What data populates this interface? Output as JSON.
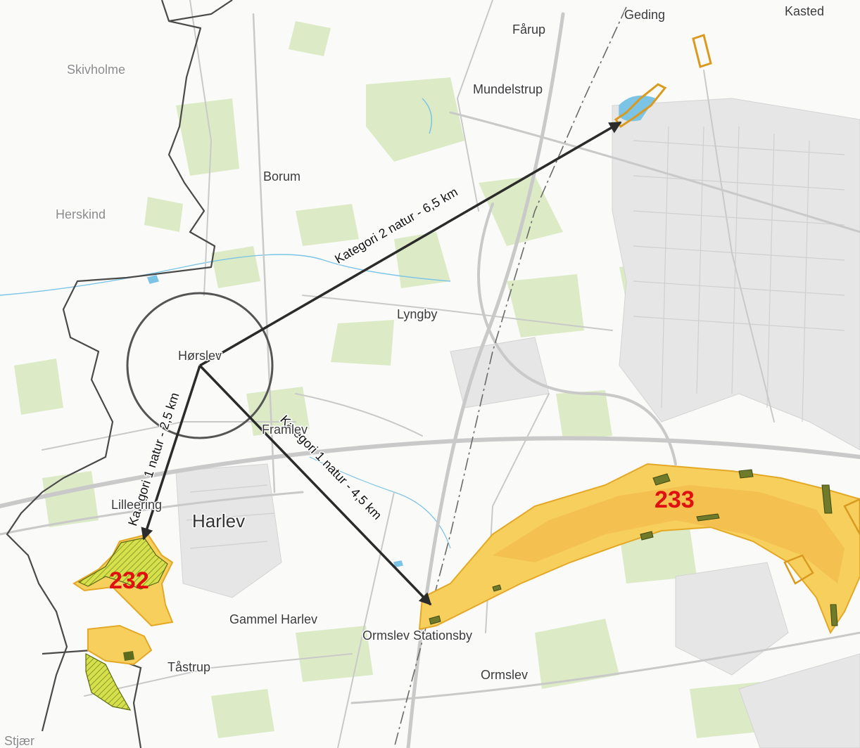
{
  "map": {
    "colors": {
      "background": "#fafaf8",
      "green": "#dcebc6",
      "road": "#c9c9c9",
      "urban": "#e6e6e6",
      "water": "#7cc4e6",
      "zone_fill": "#f7cf5c",
      "zone_edge": "#e3a826",
      "forest_hatch": "#b8cc3c",
      "boundary": "#4a4a4a",
      "arrow": "#2b2b2b",
      "zone_label": "#e01010"
    },
    "places": {
      "geding": "Geding",
      "kasted": "Kasted",
      "farup": "Fårup",
      "skivholme": "Skivholme",
      "mundelstrup": "Mundelstrup",
      "borum": "Borum",
      "herskind": "Herskind",
      "lyngby": "Lyngby",
      "horslev": "Hørslev",
      "framlev": "Framlev",
      "lilleering": "Lilleering",
      "harlev": "Harlev",
      "gammel_harlev": "Gammel Harlev",
      "ormslev_stationsby": "Ormslev Stationsby",
      "tastrup": "Tåstrup",
      "ormslev": "Ormslev",
      "stjaer": "Stjær"
    },
    "measurements": {
      "kat2": "Kategori 2 natur - 6,5 km",
      "kat1_south": "Kategori 1 natur - 2,5 km",
      "kat1_east": "Kategori 1 natur - 4,5 km"
    },
    "zones": {
      "z232": "232",
      "z233": "233"
    }
  }
}
